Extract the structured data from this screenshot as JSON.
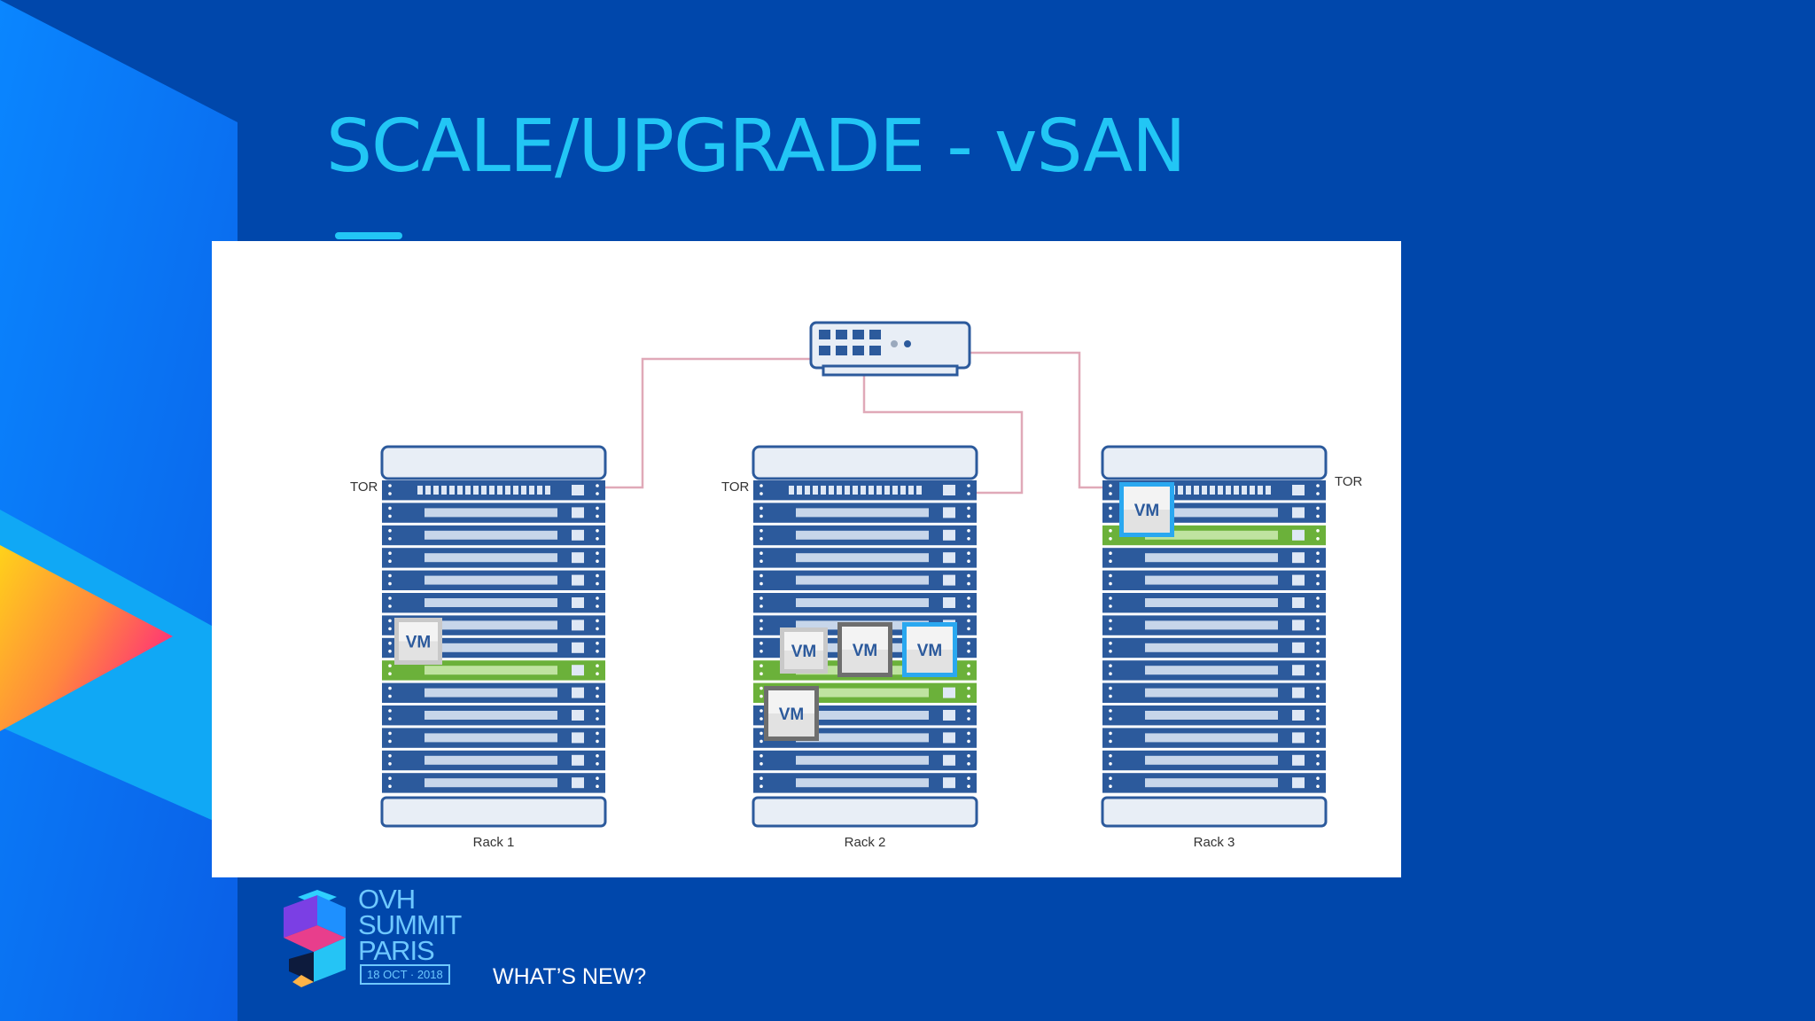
{
  "slide": {
    "title": "SCALE/UPGRADE - vSAN",
    "tagline": "WHAT’S NEW?",
    "colors": {
      "background": "#0047ab",
      "title": "#22c6f5",
      "rack_fill": "#2c5a9c",
      "rack_highlight": "#6bb13a",
      "cable": "#e0a9b8"
    }
  },
  "logo": {
    "line1": "OVH",
    "line2": "SUMMIT",
    "line3": "PARIS",
    "date": "18 OCT · 2018"
  },
  "diagram": {
    "switch_icon": "network-switch-icon",
    "tor_label": "TOR",
    "vm_label": "VM",
    "racks": [
      {
        "label": "Rack 1",
        "tor": "TOR"
      },
      {
        "label": "Rack 2",
        "tor": "TOR"
      },
      {
        "label": "Rack 3",
        "tor": "TOR"
      }
    ]
  }
}
